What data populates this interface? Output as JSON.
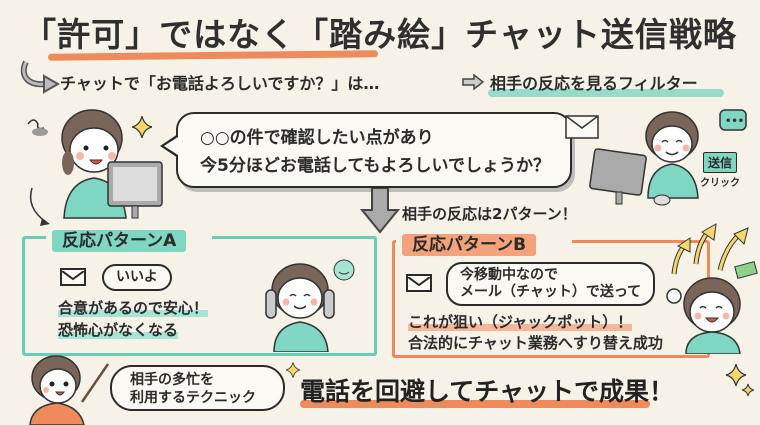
{
  "header": {
    "title": "「許可」ではなく「踏み絵」チャット送信戦略"
  },
  "subheader": {
    "left_text": "チャットで「お電話よろしいですか？」は…",
    "arrow_icon": "right-arrow-icon",
    "right_text": "相手の反応を見るフィルター"
  },
  "main_bubble": {
    "line1": "○○の件で確認したい点があり",
    "line2": "今5分ほどお電話してもよろしいでしょうか？"
  },
  "send_illustration": {
    "badge": "送信",
    "click_label": "クリック"
  },
  "branch_label": "相手の反応は2パターン！",
  "pattern_a": {
    "label": "反応パターンA",
    "reply": "いいよ",
    "line1": "合意があるので安心！",
    "line2": "恐怖心がなくなる",
    "accent_color": "#66cdb6"
  },
  "pattern_b": {
    "label": "反応パターンB",
    "reply_line1": "今移動中なので",
    "reply_line2": "メール（チャット）で送って",
    "line1": "これが狙い（ジャックポット）！",
    "line2": "合法的にチャット業務へすり替え成功",
    "accent_color": "#ef8a5a"
  },
  "tip": {
    "line1": "相手の多忙を",
    "line2": "利用するテクニック"
  },
  "conclusion": "電話を回避してチャットで成果！"
}
